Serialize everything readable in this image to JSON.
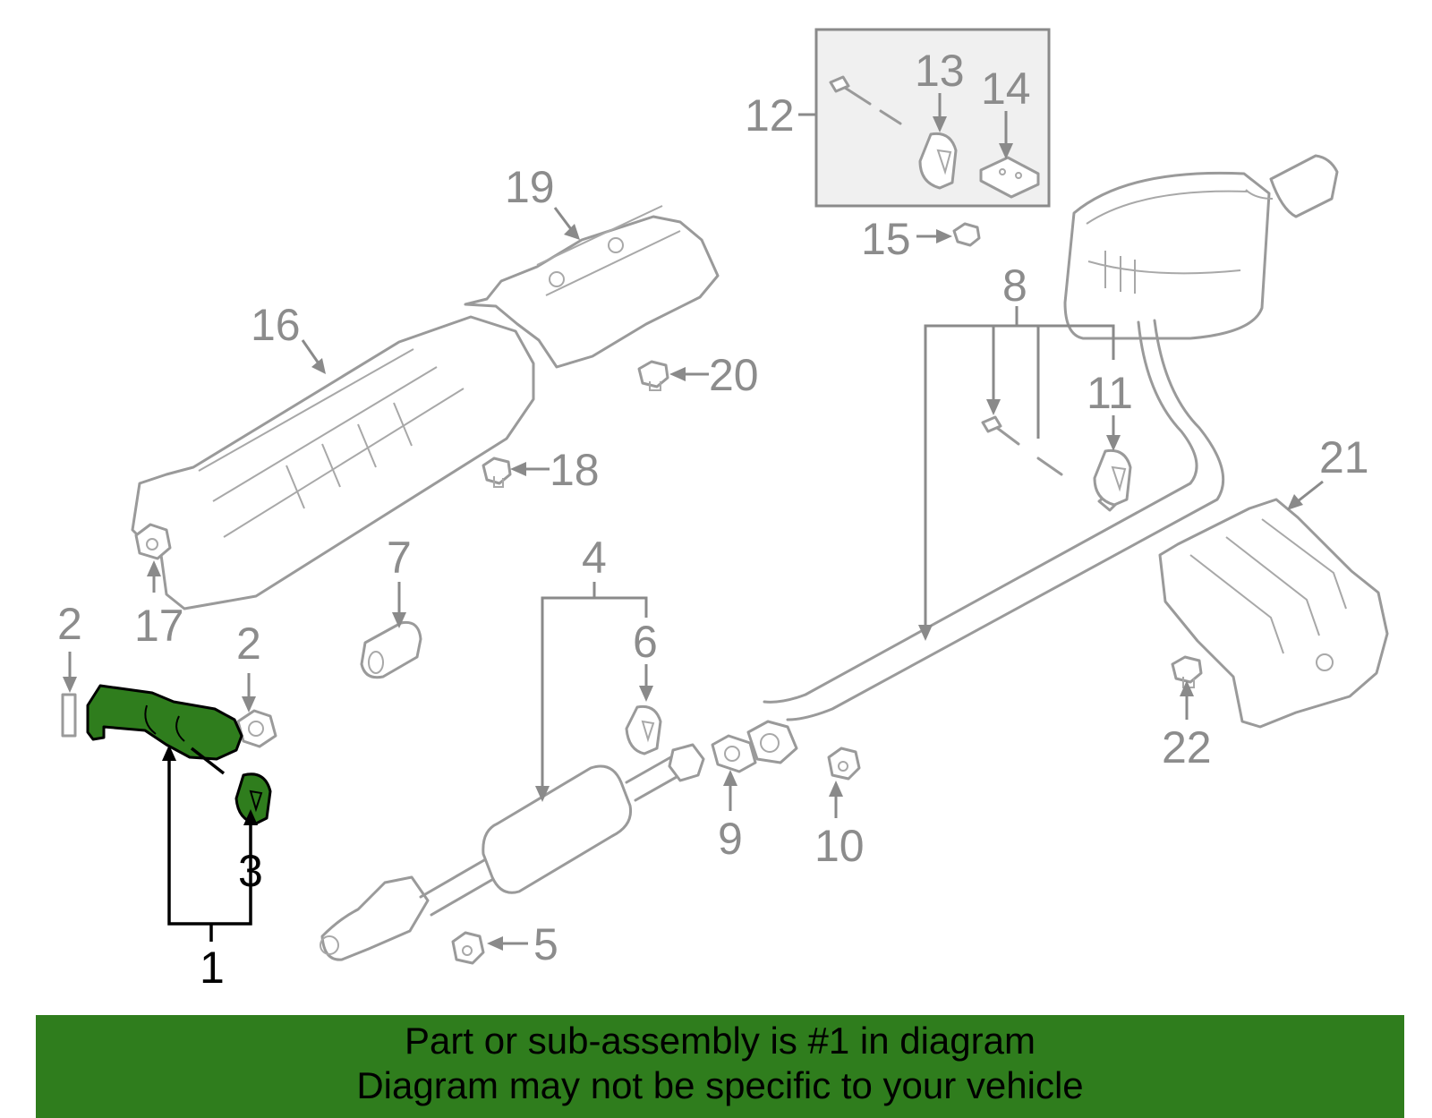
{
  "callouts": [
    "1",
    "2",
    "2",
    "3",
    "4",
    "5",
    "6",
    "7",
    "8",
    "9",
    "10",
    "11",
    "12",
    "13",
    "14",
    "15",
    "16",
    "17",
    "18",
    "19",
    "20",
    "21",
    "22"
  ],
  "highlighted_part": "1",
  "colors": {
    "highlight": "#2f7d1d",
    "parts": "#9a9a9a",
    "banner": "#2f7d1d"
  },
  "banner": {
    "line1": "Part or sub-assembly is #1 in diagram",
    "line2": "Diagram may not be specific to your vehicle"
  }
}
